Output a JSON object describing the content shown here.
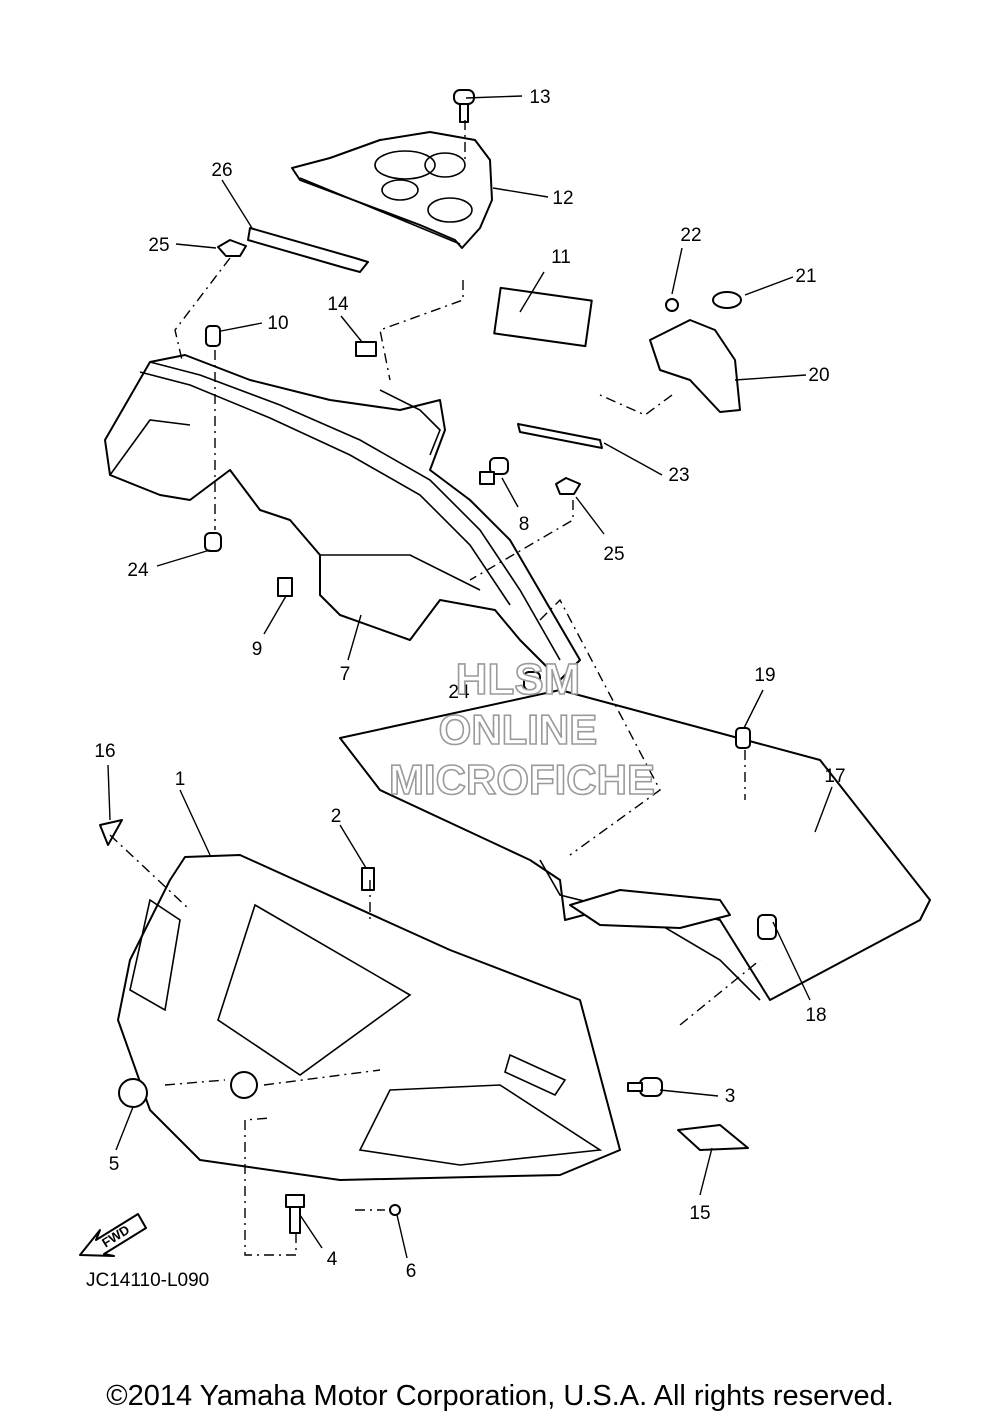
{
  "diagram": {
    "callouts": [
      "1",
      "2",
      "3",
      "4",
      "5",
      "6",
      "7",
      "8",
      "9",
      "10",
      "11",
      "12",
      "13",
      "14",
      "15",
      "16",
      "17",
      "18",
      "19",
      "20",
      "21",
      "22",
      "23",
      "24",
      "24",
      "25",
      "25",
      "26"
    ],
    "fwd_label": "FWD",
    "drawing_code": "JC14110-L090"
  },
  "watermark": {
    "line1": "HLSM",
    "line2": "ONLINE",
    "line3": "MICROFICHE"
  },
  "footer": {
    "copyright": "©2014 Yamaha Motor Corporation, U.S.A. All rights reserved."
  }
}
